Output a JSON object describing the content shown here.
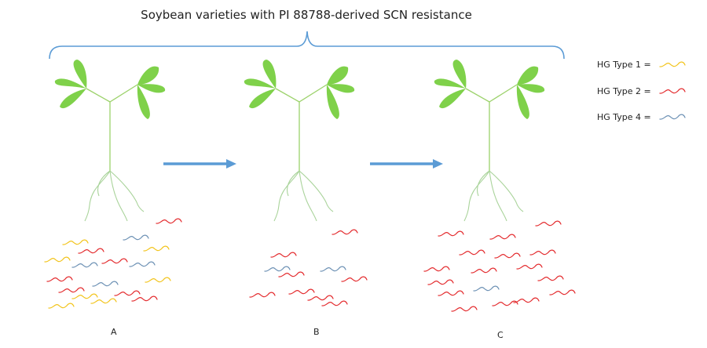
{
  "title": "Soybean varieties with PI 88788-derived SCN resistance",
  "panels": [
    {
      "label": "A",
      "counts": {
        "HG Type 1": 7,
        "HG Type 2": 7,
        "HG Type 4": 4
      }
    },
    {
      "label": "B",
      "counts": {
        "HG Type 1": 0,
        "HG Type 2": 8,
        "HG Type 4": 2
      }
    },
    {
      "label": "C",
      "counts": {
        "HG Type 1": 0,
        "HG Type 2": 16,
        "HG Type 4": 1
      }
    }
  ],
  "legend": [
    {
      "label": "HG Type 1 =",
      "color": "#F2C318"
    },
    {
      "label": "HG Type 2 =",
      "color": "#E3282B"
    },
    {
      "label": "HG Type 4 =",
      "color": "#6A8FB3"
    }
  ],
  "colors": {
    "leaf": "#7FD14A",
    "stem": "#9CD26B",
    "root": "#A9D39A",
    "bracket": "#5B9BD5",
    "arrow": "#5B9BD5"
  }
}
